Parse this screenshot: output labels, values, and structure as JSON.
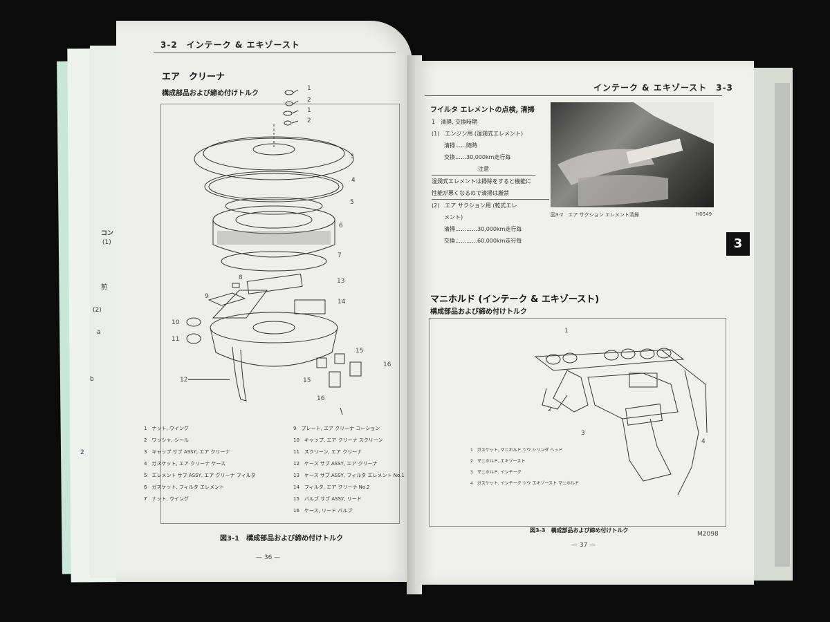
{
  "left_page": {
    "section": "3-2　インテーク & エキゾースト",
    "title": "エア　クリーナ",
    "subtitle": "構成部品および締め付けトルク",
    "callouts": [
      "1",
      "2",
      "1",
      "2",
      "3",
      "4",
      "5",
      "6",
      "7",
      "8",
      "13",
      "9",
      "14",
      "10",
      "11",
      "15",
      "12",
      "16",
      "15",
      "16"
    ],
    "parts_left": [
      "1　ナット, ウイング",
      "2　ワッシャ, シール",
      "3　キャップ サブ ASSY, エア クリーナ",
      "4　ガスケット, エア クリーナ ケース",
      "5　エレメント サブ ASSY, エア クリーナ フィルタ",
      "6　ガスケット, フィルタ エレメント",
      "7　ナット, ウイング"
    ],
    "parts_right": [
      "9　プレート, エア クリーナ コーション",
      "10　キャップ, エア クリーナ スクリーン",
      "11　スクリーン, エア クリーナ",
      "12　ケース サブ ASSY, エア クリーナ",
      "13　ケース サブ ASSY, フィルタ エレメント No.1",
      "14　フィルタ, エア クリーナ No.2",
      "15　バルブ サブ ASSY, リード",
      "16　ケース, リード バルブ"
    ],
    "caption": "図3-1　構成部品および締め付けトルク",
    "page_number": "— 36 —"
  },
  "right_page": {
    "section": "インテーク & エキゾースト　3-3",
    "filter_title": "フイルタ エレメントの点検, 清掃",
    "filter_lines": [
      "1　清掃, 交換時期",
      "(1)　エンジン用 (湿潤式エレメント)",
      "清掃……随時",
      "交換……30,000km走行毎",
      "注意",
      "湿潤式エレメントは掃除をすると機能に",
      "性能が悪くなるので清掃は厳禁",
      "(2)　エア サクション用 (乾式エレ",
      "メント)",
      "清掃…………30,000km走行毎",
      "交換…………60,000km走行毎"
    ],
    "photo_caption": "図3-2　エア サクション エレメント清掃",
    "photo_code": "H0549",
    "chapter_tab": "3",
    "manifold_title": "マニホルド (インテーク & エキゾースト)",
    "manifold_subtitle": "構成部品および締め付けトルク",
    "manifold_callouts": [
      "1",
      "2",
      "3",
      "4"
    ],
    "manifold_parts": [
      "1　ガスケット, マニホルド ツウ シリンダ ヘッド",
      "2　マニホルド, エキゾースト",
      "3　マニホルド, インテーク",
      "4　ガスケット, インテーク ツウ エキゾースト マニホルド"
    ],
    "caption": "図3-3　構成部品および締め付けトルク",
    "code": "M2098",
    "page_number": "— 37 —"
  },
  "under_page_fragments": [
    "コン",
    "(1)",
    "前",
    "(2)",
    "a",
    "b",
    "2"
  ]
}
